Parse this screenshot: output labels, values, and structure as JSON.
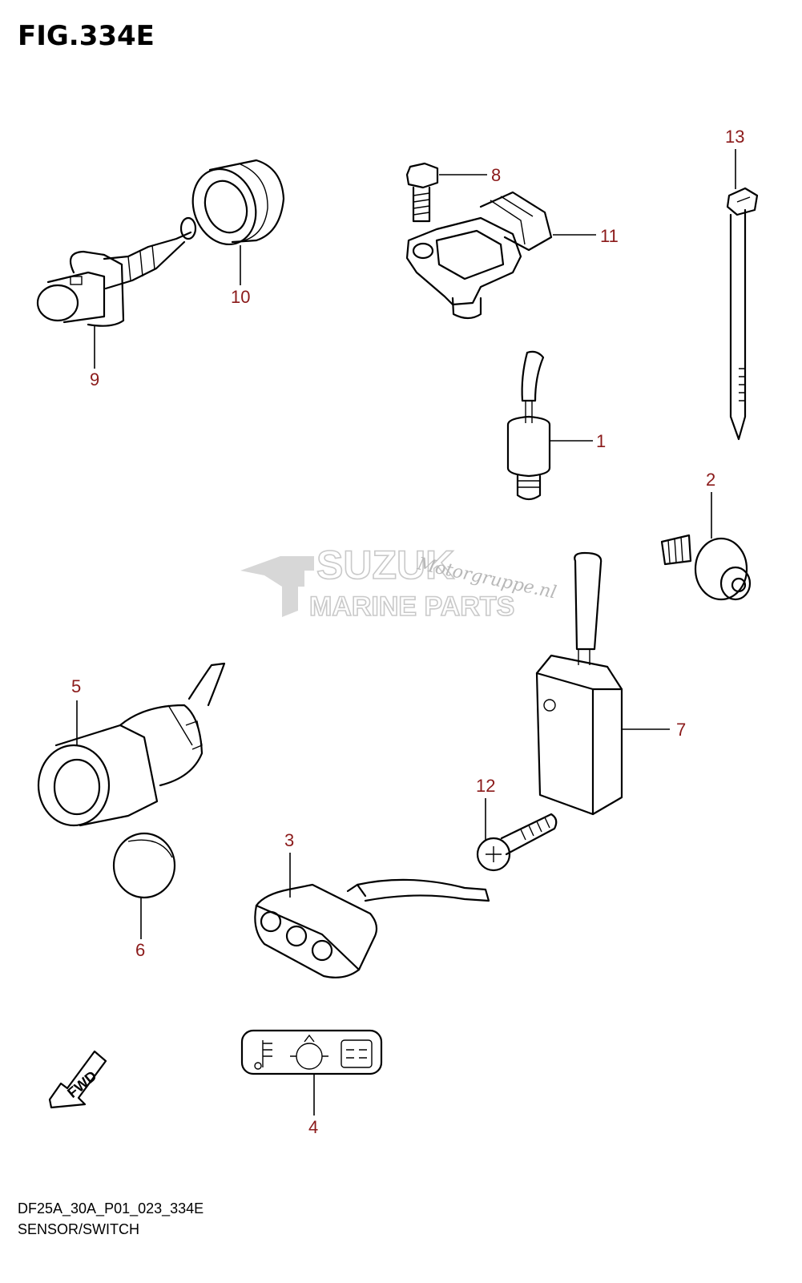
{
  "figure": {
    "title": "FIG.334E",
    "code": "DF25A_30A_P01_023_334E",
    "caption": "SENSOR/SWITCH"
  },
  "watermark": {
    "brand": "SUZUK",
    "line2": "MARINE PARTS",
    "script": "Motorgruppe.nl"
  },
  "fwd_label": "FWD",
  "callouts": [
    "1",
    "2",
    "3",
    "4",
    "5",
    "6",
    "7",
    "8",
    "9",
    "10",
    "11",
    "12",
    "13"
  ],
  "colors": {
    "callout": "#8b1a1a",
    "line": "#000000",
    "watermark": "#c9c9c9"
  }
}
